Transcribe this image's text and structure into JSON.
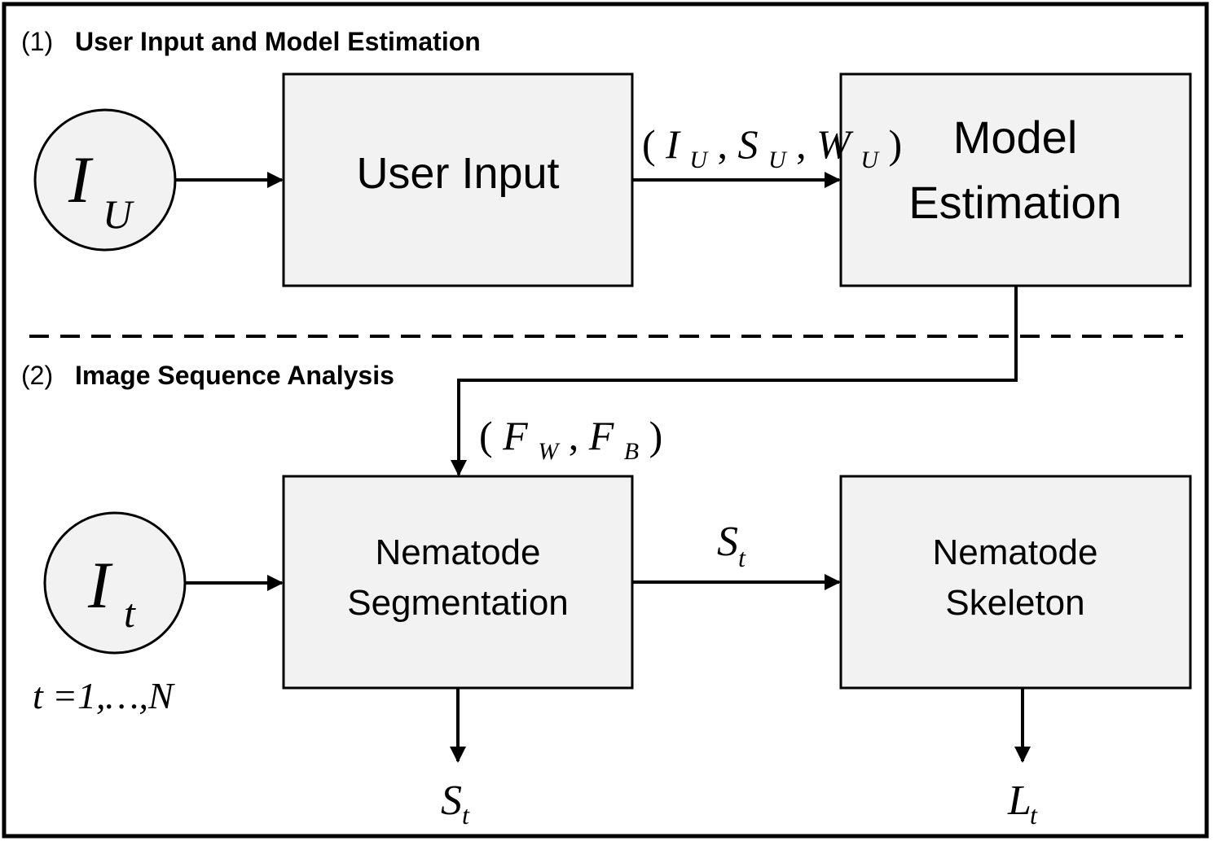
{
  "sections": {
    "section1": {
      "number": "(1)",
      "title": "User Input and Model Estimation"
    },
    "section2": {
      "number": "(2)",
      "title": "Image Sequence Analysis"
    }
  },
  "nodes": {
    "iu": {
      "main": "I",
      "sub": "U"
    },
    "it": {
      "main": "I",
      "sub": "t"
    },
    "it_range": {
      "main": "t",
      "rest": "=1,…,N"
    }
  },
  "boxes": {
    "user_input": {
      "line1": "User Input"
    },
    "model_estimation": {
      "line1": "Model",
      "line2": "Estimation"
    },
    "nematode_segmentation": {
      "line1": "Nematode",
      "line2": "Segmentation"
    },
    "nematode_skeleton": {
      "line1": "Nematode",
      "line2": "Skeleton"
    }
  },
  "edge_labels": {
    "iu_su_wu": {
      "open": "(",
      "i": "I",
      "i_sub": "U",
      "comma1": ",",
      "s": "S",
      "s_sub": "U",
      "comma2": ",",
      "w": "W",
      "w_sub": "U",
      "close": ")"
    },
    "fw_fb": {
      "open": "(",
      "f1": "F",
      "f1_sub": "W",
      "comma": ",",
      "f2": "F",
      "f2_sub": "B",
      "close": ")"
    },
    "st_mid": {
      "main": "S",
      "sub": "t"
    },
    "st_out": {
      "main": "S",
      "sub": "t"
    },
    "lt_out": {
      "main": "L",
      "sub": "t"
    }
  }
}
